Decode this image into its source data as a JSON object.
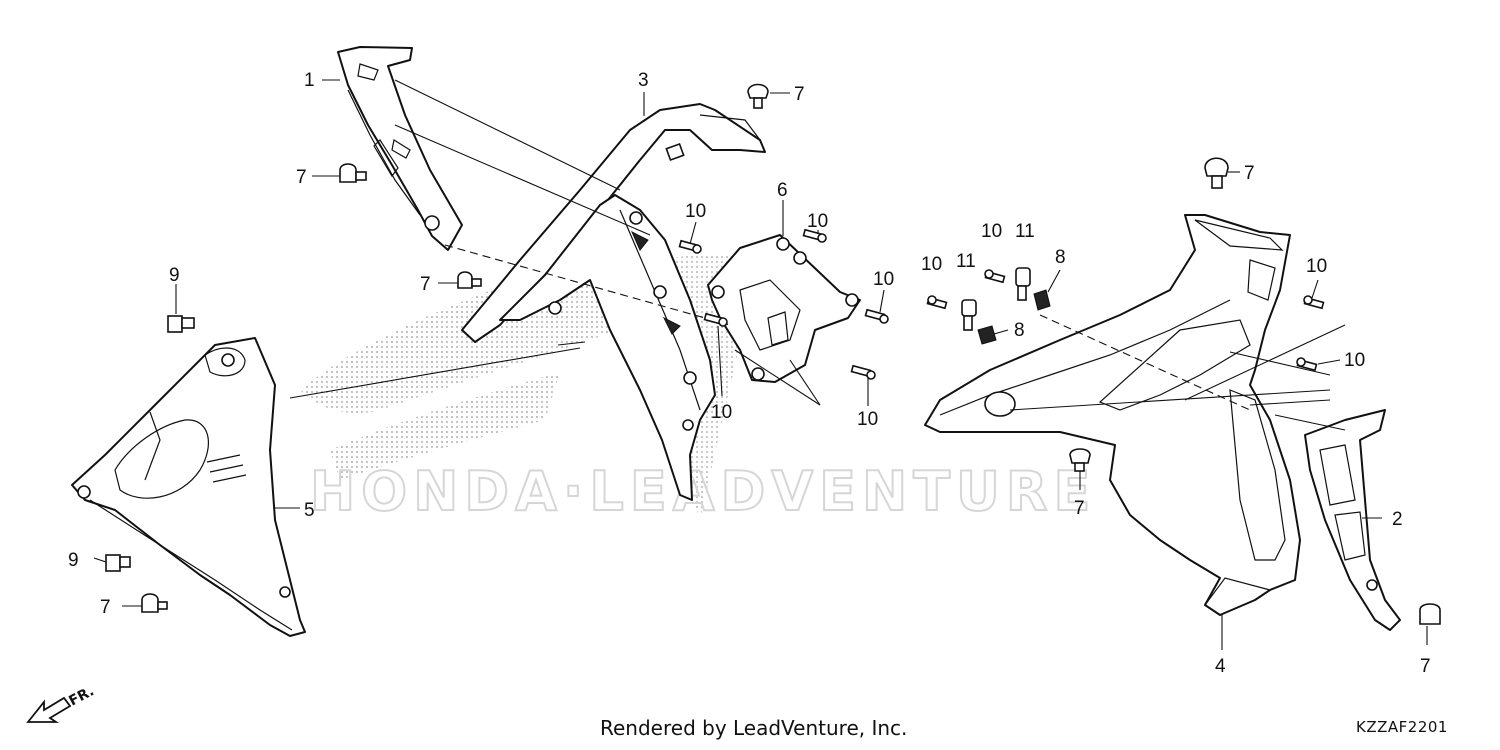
{
  "callouts": {
    "c1": "1",
    "c2": "2",
    "c3": "3",
    "c4": "4",
    "c5": "5",
    "c6": "6",
    "c7": "7",
    "c8": "8",
    "c9": "9",
    "c10": "10",
    "c11": "11"
  },
  "watermark": "HONDA·LEADVENTURE",
  "front_arrow_label": "FR.",
  "footer": {
    "render_credit": "Rendered by LeadVenture, Inc.",
    "diagram_code": "KZZAF2201"
  }
}
